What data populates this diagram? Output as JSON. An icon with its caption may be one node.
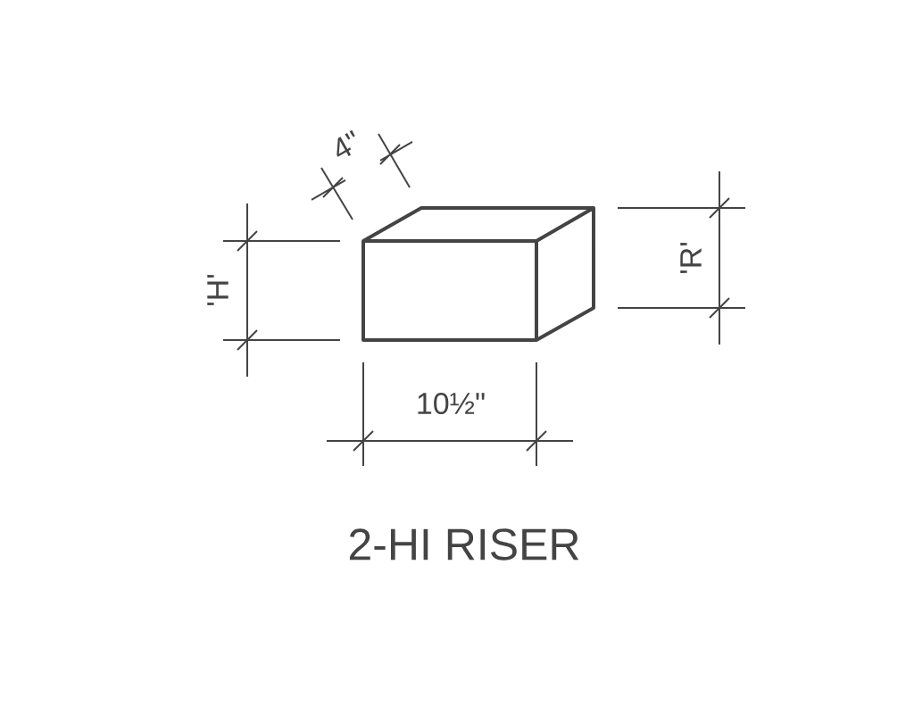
{
  "diagram": {
    "title": "2-HI RISER",
    "labels": [
      "4\"",
      "'H'",
      "'R'",
      "10½\""
    ]
  }
}
